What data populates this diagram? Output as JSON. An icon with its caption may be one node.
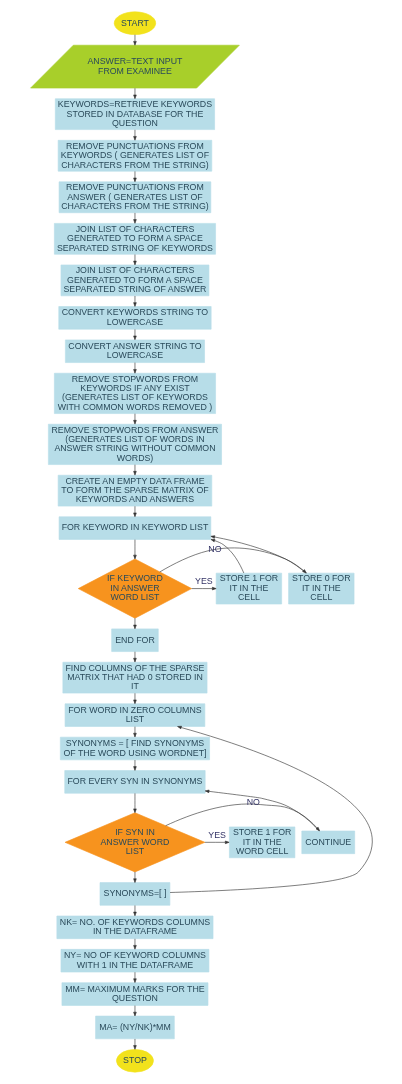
{
  "diagram": {
    "nodes": [
      {
        "text": [
          "START"
        ]
      },
      {
        "text": [
          "ANSWER=TEXT INPUT FROM EXAMINEE"
        ]
      },
      {
        "text": [
          "KEYWORDS=RETRIEVE KEYWORDS STORED IN DATABASE FOR THE QUESTION"
        ]
      },
      {
        "text": [
          "REMOVE PUNCTUATIONS FROM KEYWORDS ( GENERATES LIST OF CHARACTERS FROM THE STRING)"
        ]
      },
      {
        "text": [
          "REMOVE PUNCTUATIONS FROM ANSWER ( GENERATES LIST OF CHARACTERS FROM THE STRING)"
        ]
      },
      {
        "text": [
          "JOIN LIST OF CHARACTERS GENERATED TO FORM A SPACE SEPARATED STRING OF KEYWORDS"
        ]
      },
      {
        "text": [
          "JOIN LIST OF CHARACTERS GENERATED TO FORM A SPACE SEPARATED STRING OF ANSWER"
        ]
      },
      {
        "text": [
          "CONVERT KEYWORDS STRING TO LOWERCASE"
        ]
      },
      {
        "text": [
          "CONVERT ANSWER STRING TO LOWERCASE"
        ]
      },
      {
        "text": [
          "REMOVE STOPWORDS FROM KEYWORDS IF ANY EXIST (GENERATES LIST OF KEYWORDS WITH COMMON WORDS REMOVED )"
        ]
      },
      {
        "text": [
          "REMOVE STOPWORDS FROM ANSWER (GENERATES LIST OF WORDS IN ANSWER STRING WITHOUT COMMON WORDS)"
        ]
      },
      {
        "text": [
          "CREATE AN EMPTY DATA FRAME TO FORM THE SPARSE MATRIX OF KEYWORDS AND ANSWERS"
        ]
      },
      {
        "text": [
          "FOR KEYWORD IN KEYWORD LIST"
        ]
      },
      {
        "text": [
          "STORE 0 FOR IT IN THE CELL"
        ]
      },
      {
        "text": [
          "IF KEYWORD IN ANSWER WORD LIST"
        ]
      },
      {
        "text": [
          "STORE 1 FOR IT IN THE CELL"
        ]
      },
      {
        "text": [
          "END FOR"
        ]
      },
      {
        "text": [
          "FIND COLUMNS OF THE SPARSE MATRIX THAT HAD 0 STORED IN IT"
        ]
      },
      {
        "text": [
          "FOR WORD IN ZERO COLUMNS LIST"
        ]
      },
      {
        "text": [
          "SYNONYMS = [ FIND SYNONYMS OF THE WORD USING WORDNET]"
        ]
      },
      {
        "text": [
          "FOR EVERY SYN IN SYNONYMS"
        ]
      },
      {
        "text": [
          "CONTINUE"
        ]
      },
      {
        "text": [
          "IF SYN IN ANSWER WORD LIST"
        ]
      },
      {
        "text": [
          "STORE 1 FOR IT IN THE WORD CELL"
        ]
      },
      {
        "text": [
          "SYNONYMS=[ ]"
        ]
      },
      {
        "text": [
          "NK= NO. OF KEYWORDS COLUMNS IN THE DATAFRAME"
        ]
      },
      {
        "text": [
          "NY= NO OF KEYWORD COLUMNS WITH 1 IN THE DATAFRAME"
        ]
      },
      {
        "text": [
          "MM= MAXIMUM MARKS FOR THE QUESTION"
        ]
      },
      {
        "text": [
          "MA= (NY/NK)*MM"
        ]
      },
      {
        "text": [
          "STOP"
        ]
      }
    ],
    "edges": [
      {
        "from": 0,
        "to": 1,
        "arrow": "to"
      },
      {
        "from": 1,
        "to": 2,
        "arrow": "to"
      },
      {
        "from": 2,
        "to": 3,
        "arrow": "to"
      },
      {
        "from": 3,
        "to": 4,
        "arrow": "to"
      },
      {
        "from": 4,
        "to": 5,
        "arrow": "to"
      },
      {
        "from": 5,
        "to": 6,
        "arrow": "to"
      },
      {
        "from": 6,
        "to": 7,
        "arrow": "to"
      },
      {
        "from": 7,
        "to": 8,
        "arrow": "to"
      },
      {
        "from": 8,
        "to": 9,
        "arrow": "to"
      },
      {
        "from": 9,
        "to": 10,
        "arrow": "to"
      },
      {
        "from": 10,
        "to": 11,
        "arrow": "to"
      },
      {
        "from": 11,
        "to": 12,
        "arrow": "to"
      },
      {
        "from": 12,
        "to": 14,
        "arrow": "to"
      },
      {
        "from": 14,
        "to": 13,
        "label": "NO",
        "arrow": "to"
      },
      {
        "from": 14,
        "to": 15,
        "label": "YES",
        "arrow": "to"
      },
      {
        "from": 13,
        "to": 12,
        "arrow": "to"
      },
      {
        "from": 15,
        "to": 12,
        "arrow": "to"
      },
      {
        "from": 14,
        "to": 16,
        "arrow": "to"
      },
      {
        "from": 16,
        "to": 17,
        "arrow": "to"
      },
      {
        "from": 17,
        "to": 18,
        "arrow": "to"
      },
      {
        "from": 18,
        "to": 19,
        "arrow": "to"
      },
      {
        "from": 19,
        "to": 20,
        "arrow": "to"
      },
      {
        "from": 20,
        "to": 22,
        "arrow": "to"
      },
      {
        "from": 22,
        "to": 21,
        "label": "NO",
        "arrow": "to"
      },
      {
        "from": 22,
        "to": 23,
        "label": "YES",
        "arrow": "to"
      },
      {
        "from": 21,
        "to": 20,
        "arrow": "to"
      },
      {
        "from": 22,
        "to": 24,
        "arrow": "to"
      },
      {
        "from": 24,
        "to": 18,
        "arrow": "to"
      },
      {
        "from": 24,
        "to": 25,
        "arrow": "to"
      },
      {
        "from": 25,
        "to": 26,
        "arrow": "to"
      },
      {
        "from": 26,
        "to": 27,
        "arrow": "to"
      },
      {
        "from": 27,
        "to": 28,
        "arrow": "to"
      },
      {
        "from": 28,
        "to": 29,
        "arrow": "to"
      }
    ]
  }
}
